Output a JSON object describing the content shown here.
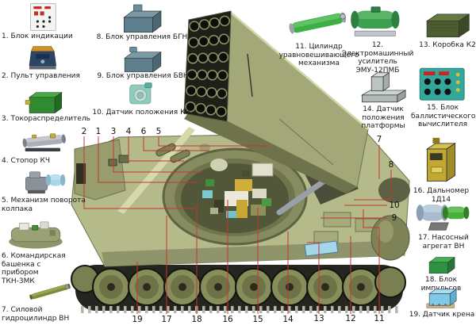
{
  "diagram_subject": "Схема размещения составных частей на боевой машине",
  "accent_color": "#c4372e",
  "hull_color": "#b5ba8a",
  "parts": [
    {
      "label": "1. Блок индикации"
    },
    {
      "label": "2. Пульт управления"
    },
    {
      "label": "3. Токораспределитель"
    },
    {
      "label": "4. Стопор КЧ"
    },
    {
      "label": "5. Механизм поворота колпака"
    },
    {
      "label": "6. Командирская башенка с прибором ТКН-3МК"
    },
    {
      "label": "7. Силовой гидроцилиндр ВН"
    },
    {
      "label": "8. Блок управления БГН"
    },
    {
      "label": "9. Блок управления БВН"
    },
    {
      "label": "10. Датчик положения КЧ"
    },
    {
      "label": "11. Цилиндр уравновешивающего механизма"
    },
    {
      "label": "12. Электромашинный усилитель ЭМУ-12ПМБ"
    },
    {
      "label": "13. Коробка К2"
    },
    {
      "label": "14. Датчик положения платформы"
    },
    {
      "label": "15. Блок баллистического вычислителя"
    },
    {
      "label": "16. Дальномер 1Д14"
    },
    {
      "label": "17. Насосный агрегат ВН"
    },
    {
      "label": "18. Блок импульсов"
    },
    {
      "label": "19. Датчик крена"
    }
  ],
  "callouts": [
    {
      "n": "2"
    },
    {
      "n": "1"
    },
    {
      "n": "3"
    },
    {
      "n": "4"
    },
    {
      "n": "6"
    },
    {
      "n": "5"
    },
    {
      "n": "7"
    },
    {
      "n": "8"
    },
    {
      "n": "10"
    },
    {
      "n": "9"
    },
    {
      "n": "19"
    },
    {
      "n": "17"
    },
    {
      "n": "18"
    },
    {
      "n": "16"
    },
    {
      "n": "15"
    },
    {
      "n": "14"
    },
    {
      "n": "13"
    },
    {
      "n": "12"
    },
    {
      "n": "11"
    }
  ]
}
